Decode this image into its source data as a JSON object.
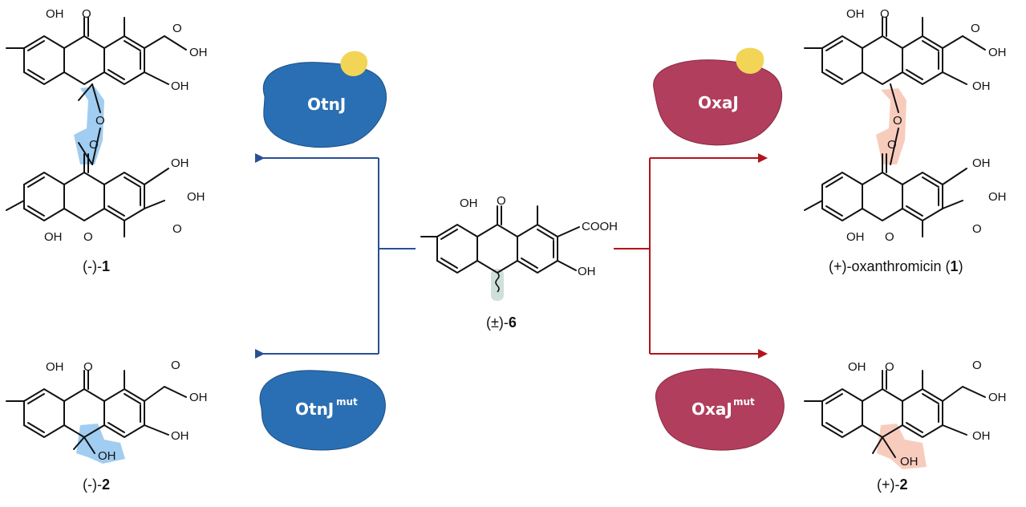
{
  "compounds": {
    "left_top": {
      "caption_prefix": "(-)-",
      "caption_num": "1"
    },
    "left_bottom": {
      "caption_prefix": "(-)-",
      "caption_num": "2"
    },
    "center": {
      "caption_prefix": "(±)-",
      "caption_num": "6"
    },
    "right_top": {
      "caption_prefix": "(+)-oxanthromicin (",
      "caption_num": "1",
      "caption_suffix": ")"
    },
    "right_bottom": {
      "caption_prefix": "(+)-",
      "caption_num": "2"
    }
  },
  "atoms": {
    "OH": "OH",
    "O": "O",
    "COOH": "COOH"
  },
  "enzymes": {
    "otnj": {
      "label": "OtnJ",
      "color": "#2a6fb3"
    },
    "otnj_mut": {
      "label": "OtnJ",
      "sup": "mut",
      "color": "#2a6fb3"
    },
    "oxaj": {
      "label": "OxaJ",
      "color": "#b13e5c"
    },
    "oxaj_mut": {
      "label": "OxaJ",
      "sup": "mut",
      "color": "#b13e5c"
    }
  },
  "colors": {
    "left_arrow": "#2a4f96",
    "right_arrow": "#b2141b",
    "left_highlight": "#8fc4ef",
    "right_highlight": "#f7c6b6",
    "center_highlight": "#cfe0da",
    "ligand": "#f2d557"
  }
}
